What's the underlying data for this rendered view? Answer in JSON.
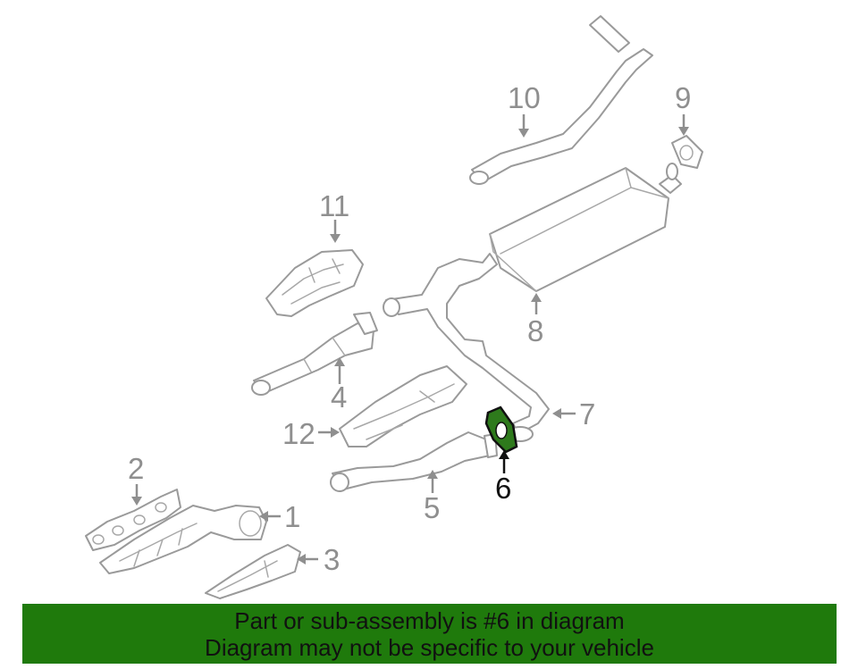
{
  "callouts": [
    {
      "id": "1",
      "label": "1"
    },
    {
      "id": "2",
      "label": "2"
    },
    {
      "id": "3",
      "label": "3"
    },
    {
      "id": "4",
      "label": "4"
    },
    {
      "id": "5",
      "label": "5"
    },
    {
      "id": "6",
      "label": "6",
      "highlighted": true
    },
    {
      "id": "7",
      "label": "7"
    },
    {
      "id": "8",
      "label": "8"
    },
    {
      "id": "9",
      "label": "9"
    },
    {
      "id": "10",
      "label": "10"
    },
    {
      "id": "11",
      "label": "11"
    },
    {
      "id": "12",
      "label": "12"
    }
  ],
  "highlighted_part": "6",
  "colors": {
    "banner_background": "#1f7a0c",
    "highlight_fill": "#2e7a1c",
    "line_gray": "#9a9a9a",
    "highlight_text": "#111111"
  },
  "banner": {
    "line1": "Part or sub-assembly is #6 in diagram",
    "line2": "Diagram may not be specific to your vehicle"
  }
}
